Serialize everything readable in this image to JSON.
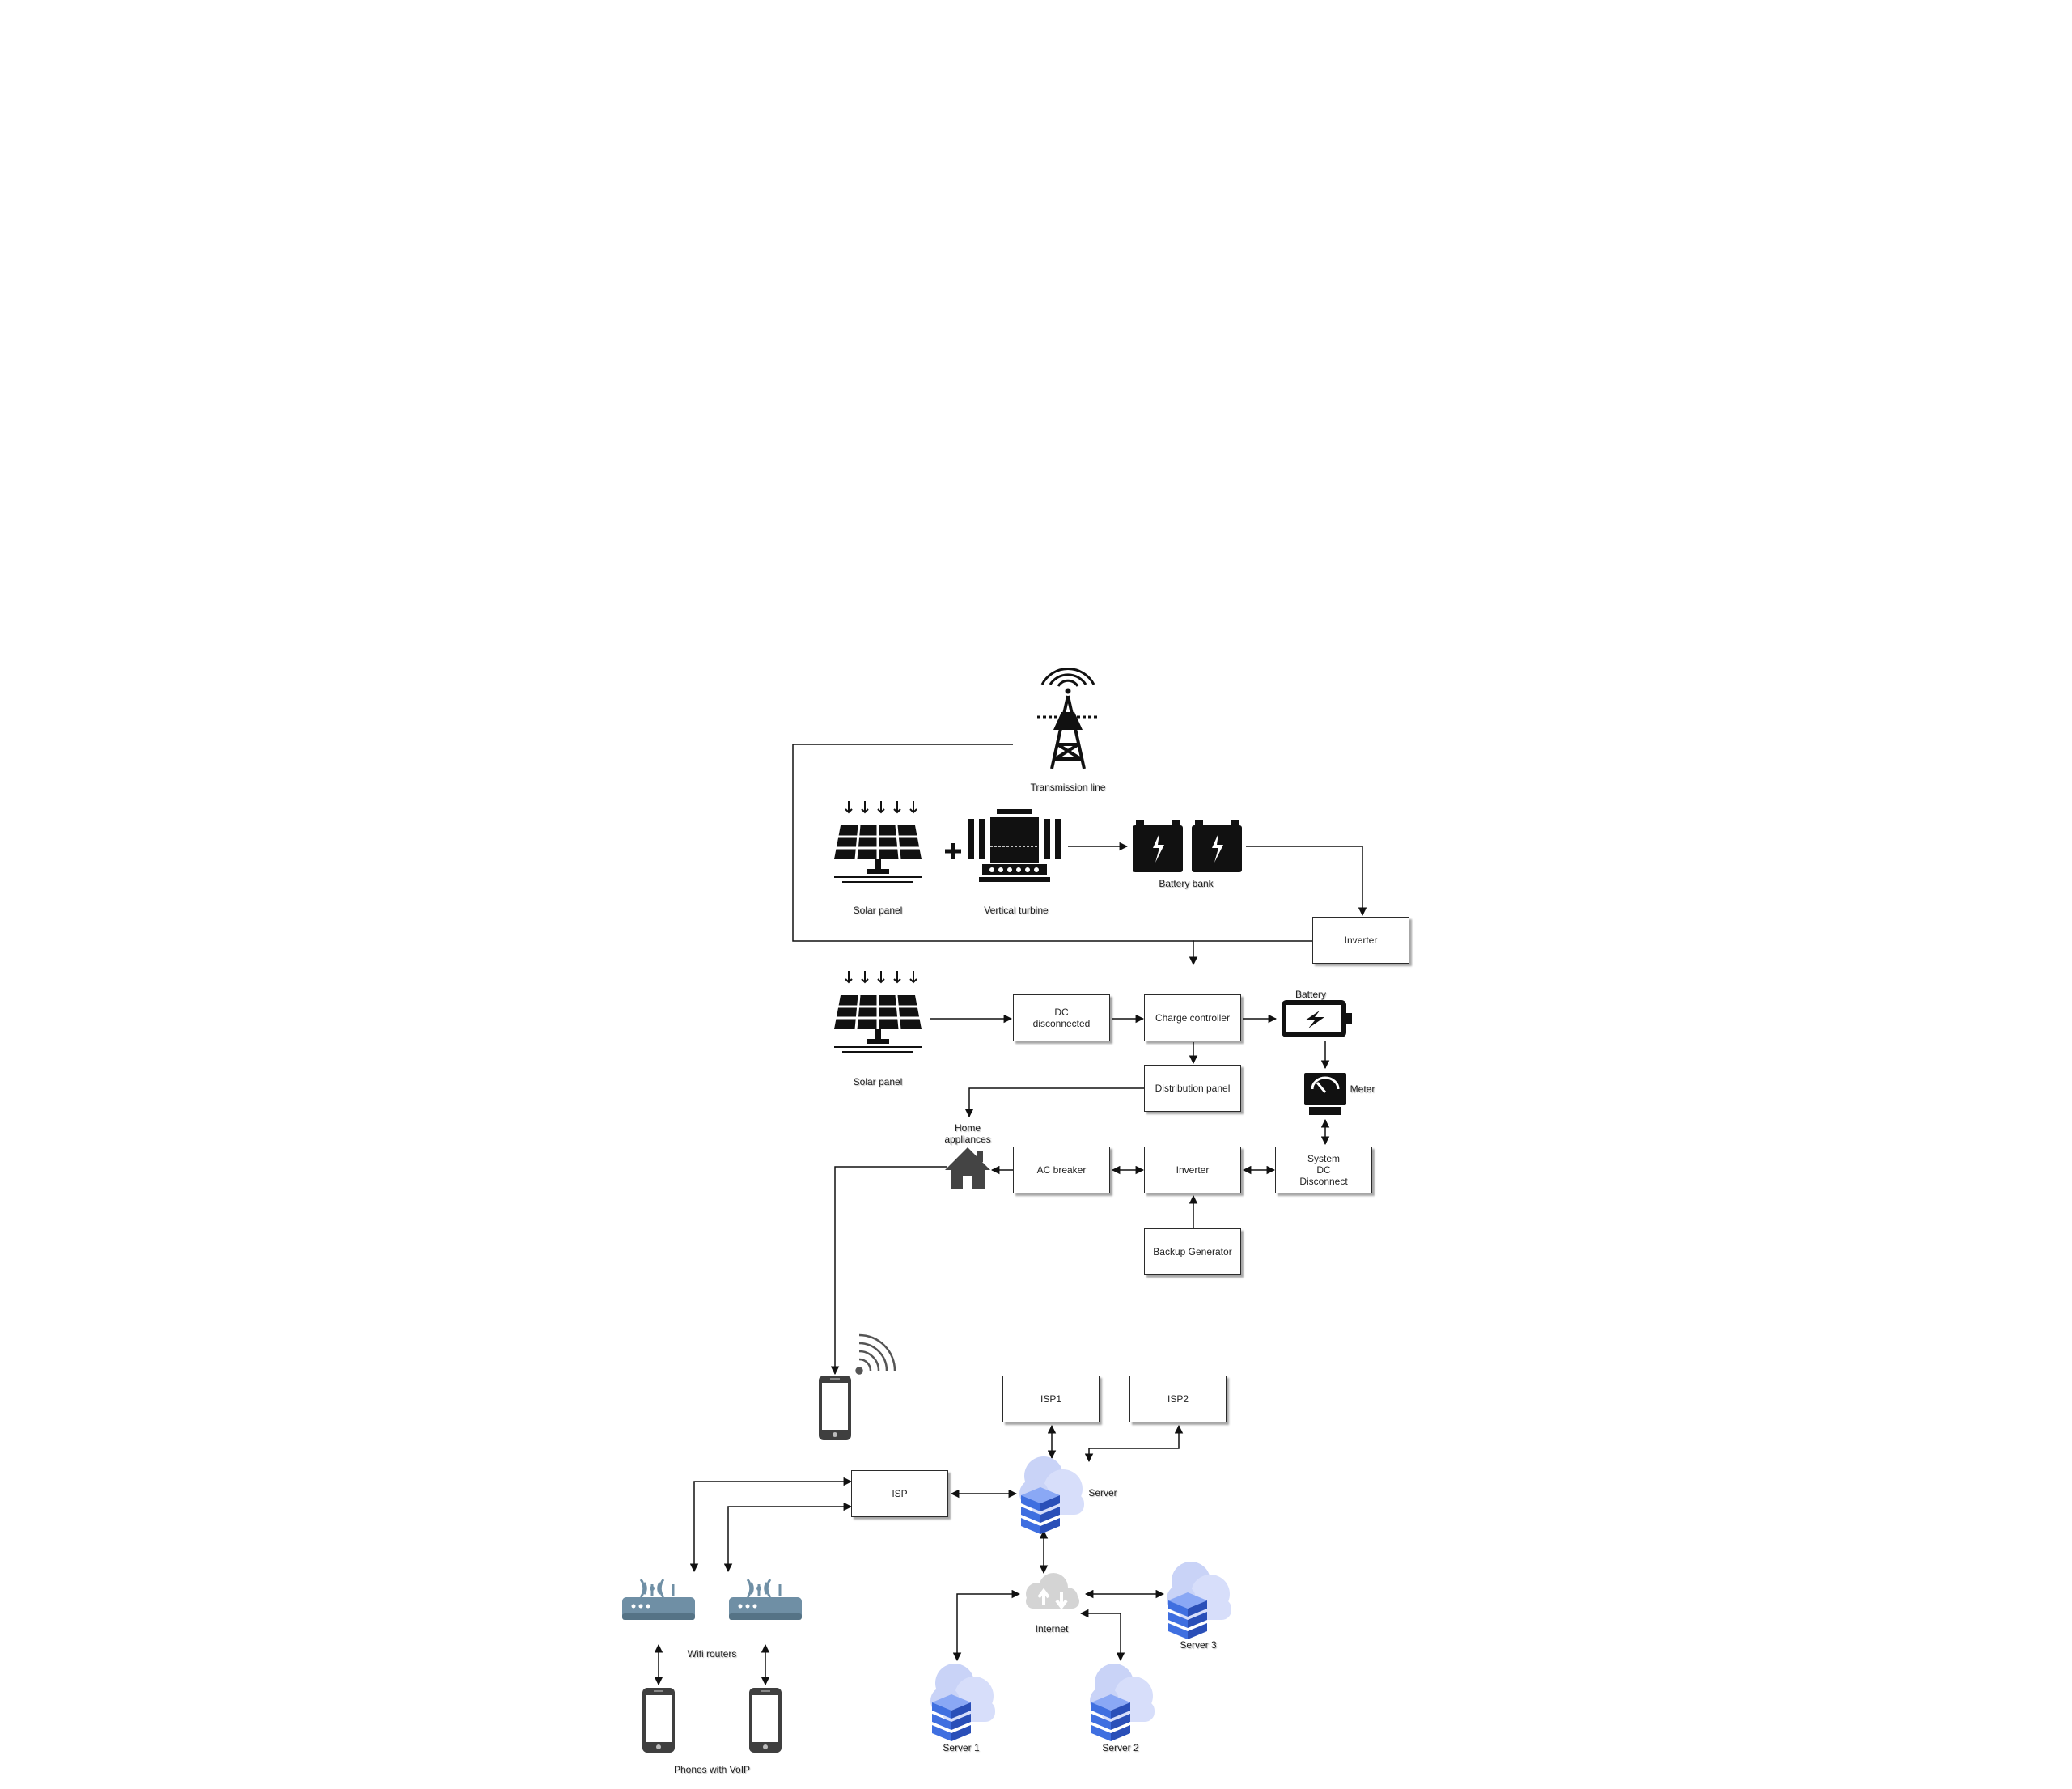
{
  "diagram": {
    "boxes": {
      "inverter_top": "Inverter",
      "dc_disconnected": "DC\ndisconnected",
      "charge_controller": "Charge controller",
      "distribution_panel": "Distribution panel",
      "ac_breaker": "AC breaker",
      "inverter_mid": "Inverter",
      "system_dc_disconnect": "System\nDC\nDisconnect",
      "backup_generator": "Backup Generator",
      "isp1": "ISP1",
      "isp2": "ISP2",
      "isp": "ISP"
    },
    "labels": {
      "transmission_line": "Transmission line",
      "solar_panel_top": "Solar panel",
      "vertical_turbine": "Vertical turbine",
      "battery_bank": "Battery bank",
      "solar_panel_mid": "Solar panel",
      "battery": "Battery",
      "meter": "Meter",
      "home_appliances": "Home\nappliances",
      "server_main": "Server",
      "internet": "Internet",
      "server_3": "Server 3",
      "server_1": "Server 1",
      "server_2": "Server 2",
      "wifi_routers": "Wifi routers",
      "phones_voip": "Phones with VoIP"
    },
    "colors": {
      "line": "#111111",
      "icon_dark": "#111111",
      "house": "#444444",
      "phone": "#3f3f3f",
      "router": "#6f8fa5",
      "server_blue": "#3f6fe0",
      "cloud_lilac": "#c9d3f7",
      "internet_cloud": "#d4d4d4"
    }
  }
}
